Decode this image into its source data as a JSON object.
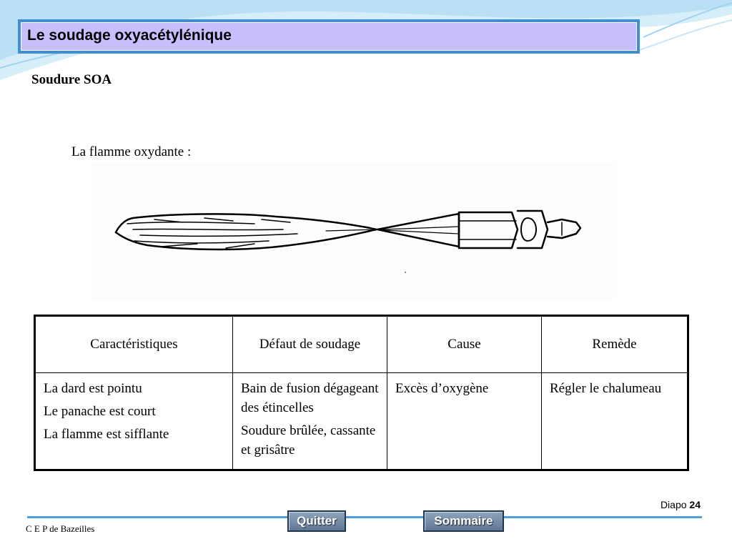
{
  "slide": {
    "title": "Le soudage oxyacétylénique",
    "subtitle": "Soudure SOA",
    "flame_label": "La flamme oxydante :"
  },
  "table": {
    "headers": [
      "Caractéristiques",
      "Défaut de soudage",
      "Cause",
      "Remède"
    ],
    "row": {
      "caracteristiques": [
        "La dard est pointu",
        "Le panache est court",
        "La flamme est sifflante"
      ],
      "defaut": [
        "Bain de fusion dégageant des étincelles",
        "Soudure brûlée, cassante et grisâtre"
      ],
      "cause": [
        "Excès d’oxygène"
      ],
      "remede": [
        "Régler le chalumeau"
      ]
    }
  },
  "footer": {
    "slide_prefix": "Diapo",
    "slide_number": "24",
    "organization": "C E P de Bazeilles",
    "quit_label": "Quitter",
    "summary_label": "Sommaire"
  },
  "colors": {
    "title_border": "#3f8fd8",
    "title_fill": "#c8bfff",
    "accent_line": "#4ca0e0"
  }
}
